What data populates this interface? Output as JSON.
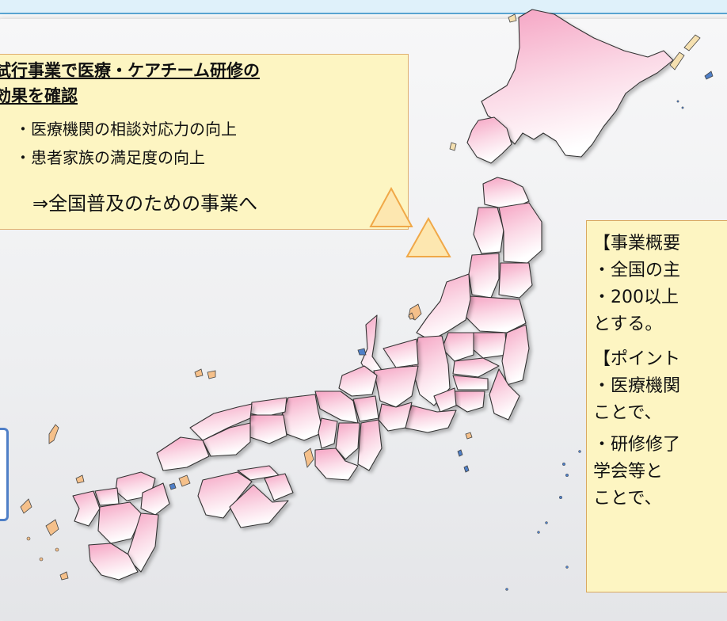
{
  "callout": {
    "heading_line1": "試行事業で医療・ケアチーム研修の",
    "heading_line2": "効果を確認",
    "bullets": [
      "・医療機関の相談対応力の向上",
      "・患者家族の満足度の向上"
    ],
    "conclusion": "⇒全国普及のための事業へ"
  },
  "info_box": {
    "lines": [
      "【事業概要",
      "・全国の主",
      "・200以上",
      "  とする。",
      "【ポイント",
      "・医療機関",
      "  ことで、",
      "・研修修了",
      "  学会等と",
      "  ことで、"
    ]
  },
  "colors": {
    "callout_fill": "#fdf5c2",
    "triangle_fill": "#fde7b0",
    "triangle_stroke": "#f0a848",
    "map_fill_top": "#f6a9c6",
    "map_fill_bottom": "#ffffff",
    "island_blue": "#4f7fc7"
  }
}
